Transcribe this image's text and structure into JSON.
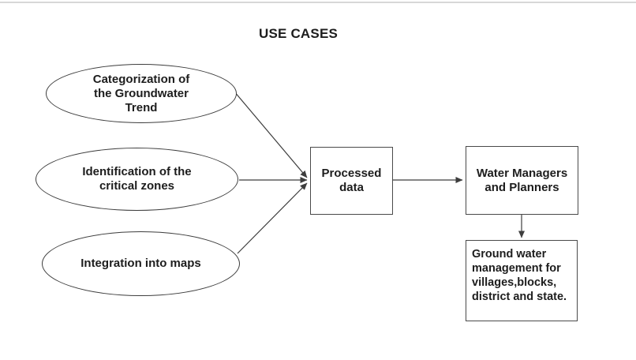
{
  "title": "USE CASES",
  "diagram": {
    "use_cases": [
      {
        "label": "Categorization of\nthe Groundwater\nTrend"
      },
      {
        "label": "Identification of the\ncritical zones"
      },
      {
        "label": "Integration into maps"
      }
    ],
    "process_box": {
      "label": "Processed\ndata"
    },
    "actor_box": {
      "label": "Water Managers\nand Planners"
    },
    "outcome_box": {
      "label": "Ground water\nmanagement for\nvillages,blocks,\ndistrict and state."
    },
    "colors": {
      "background": "#ffffff",
      "text": "#1d1d1d",
      "shape_border": "#4a4a4a",
      "ellipse_border": "#3d3d3d",
      "arrow_line": "#3d3d3d",
      "top_divider": "#d7d7d7"
    }
  }
}
